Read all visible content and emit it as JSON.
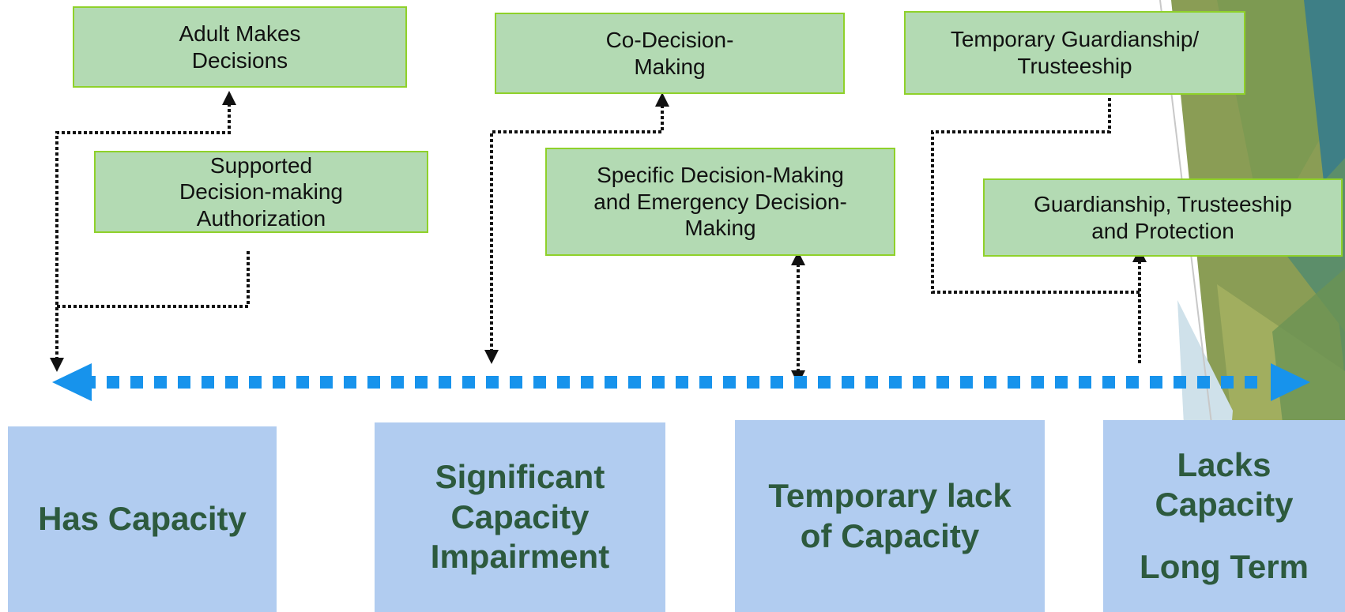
{
  "colors": {
    "option_fill": "#b3dab3",
    "option_border": "#8fd12a",
    "capacity_fill": "#b1ccf0",
    "capacity_text": "#2d5a3e",
    "spectrum_line": "#1793ec",
    "connector": "#111111"
  },
  "options": {
    "adult_decides": "Adult Makes\nDecisions",
    "supported": "Supported\nDecision-making\nAuthorization",
    "co_decision": "Co-Decision-\nMaking",
    "specific": "Specific Decision-Making\nand Emergency Decision-\nMaking",
    "temporary_guardianship": "Temporary Guardianship/\nTrusteeship",
    "guardianship": "Guardianship, Trusteeship\nand Protection"
  },
  "capacity": {
    "has": "Has Capacity",
    "significant": "Significant\nCapacity\nImpairment",
    "temporary": "Temporary lack\nof Capacity",
    "lacks": "Lacks\nCapacity",
    "lacks_term": "Long Term"
  }
}
